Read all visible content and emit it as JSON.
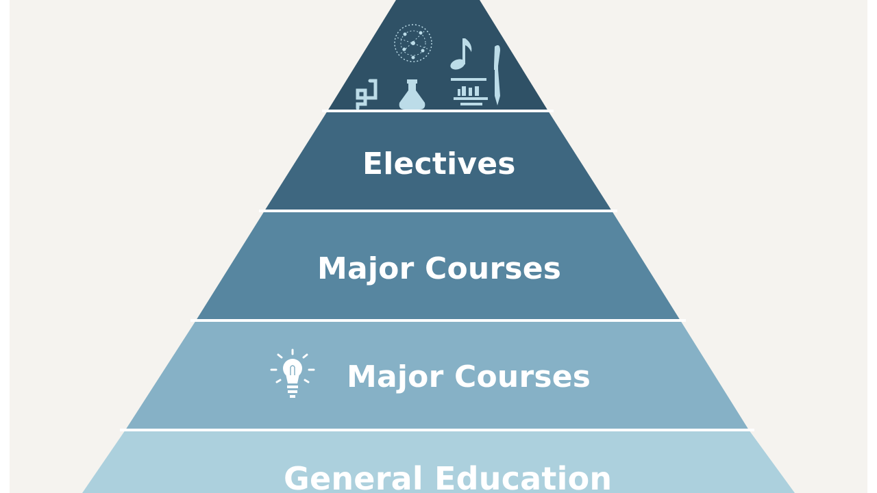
{
  "pyramid": {
    "tiers": [
      {
        "label": "",
        "color": "#2f5166",
        "icons": [
          "network-sphere-icon",
          "music-note-icon",
          "paintbrush-icon",
          "spiral-icon",
          "flask-icon",
          "books-icon"
        ]
      },
      {
        "label": "Electives",
        "color": "#3e6780"
      },
      {
        "label": "Major Courses",
        "color": "#5786a0"
      },
      {
        "label": "Major Courses",
        "color": "#86b1c6",
        "icon": "lightbulb-icon"
      },
      {
        "label": "General Education",
        "color": "#acd0dd"
      }
    ],
    "divider_color": "#ffffff",
    "background_color": "#f5f3ef"
  }
}
